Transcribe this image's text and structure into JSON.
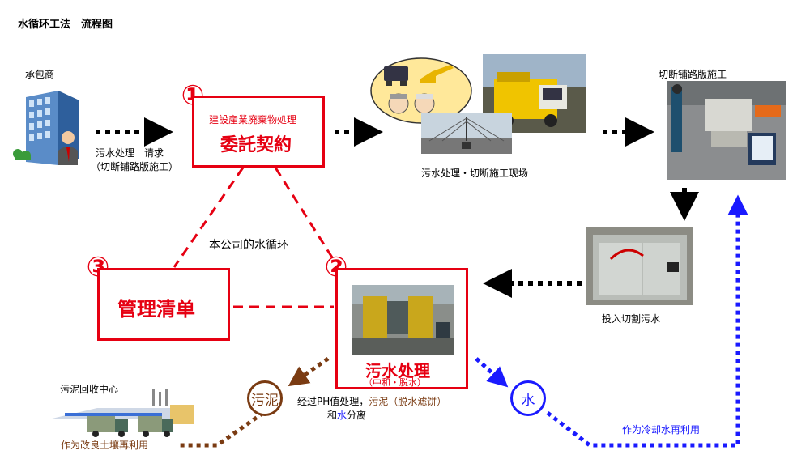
{
  "header": {
    "title": "水循环工法　流程图"
  },
  "contractor": {
    "label": "承包商"
  },
  "request": {
    "line1": "污水处理　请求",
    "line2": "（切断铺路版施工）"
  },
  "step1": {
    "number": "①",
    "subtitle": "建設産業廃棄物処理",
    "title": "委託契約"
  },
  "site": {
    "caption": "污水处理・切断施工现场"
  },
  "cutting": {
    "caption": "切断铺路版施工"
  },
  "tank": {
    "caption": "投入切割污水"
  },
  "cycle": {
    "label": "本公司的水循环"
  },
  "step2": {
    "number": "②",
    "title": "污水处理",
    "subtitle": "（中和・脱水）"
  },
  "step3": {
    "number": "③",
    "title": "管理清单"
  },
  "sludge_center": {
    "label": "污泥回收中心",
    "reuse": "作为改良土壤再利用"
  },
  "sludge": {
    "label": "污泥"
  },
  "water": {
    "label": "水",
    "reuse": "作为冷却水再利用"
  },
  "process_note": {
    "line1_a": "经过PH值处理，",
    "line1_b": "污泥（脱水滤饼）",
    "line2_a": "和",
    "line2_b": "水",
    "line2_c": "分离"
  },
  "colors": {
    "red": "#e60012",
    "brown": "#7a3b12",
    "blue": "#1a1aff",
    "black": "#000000"
  }
}
